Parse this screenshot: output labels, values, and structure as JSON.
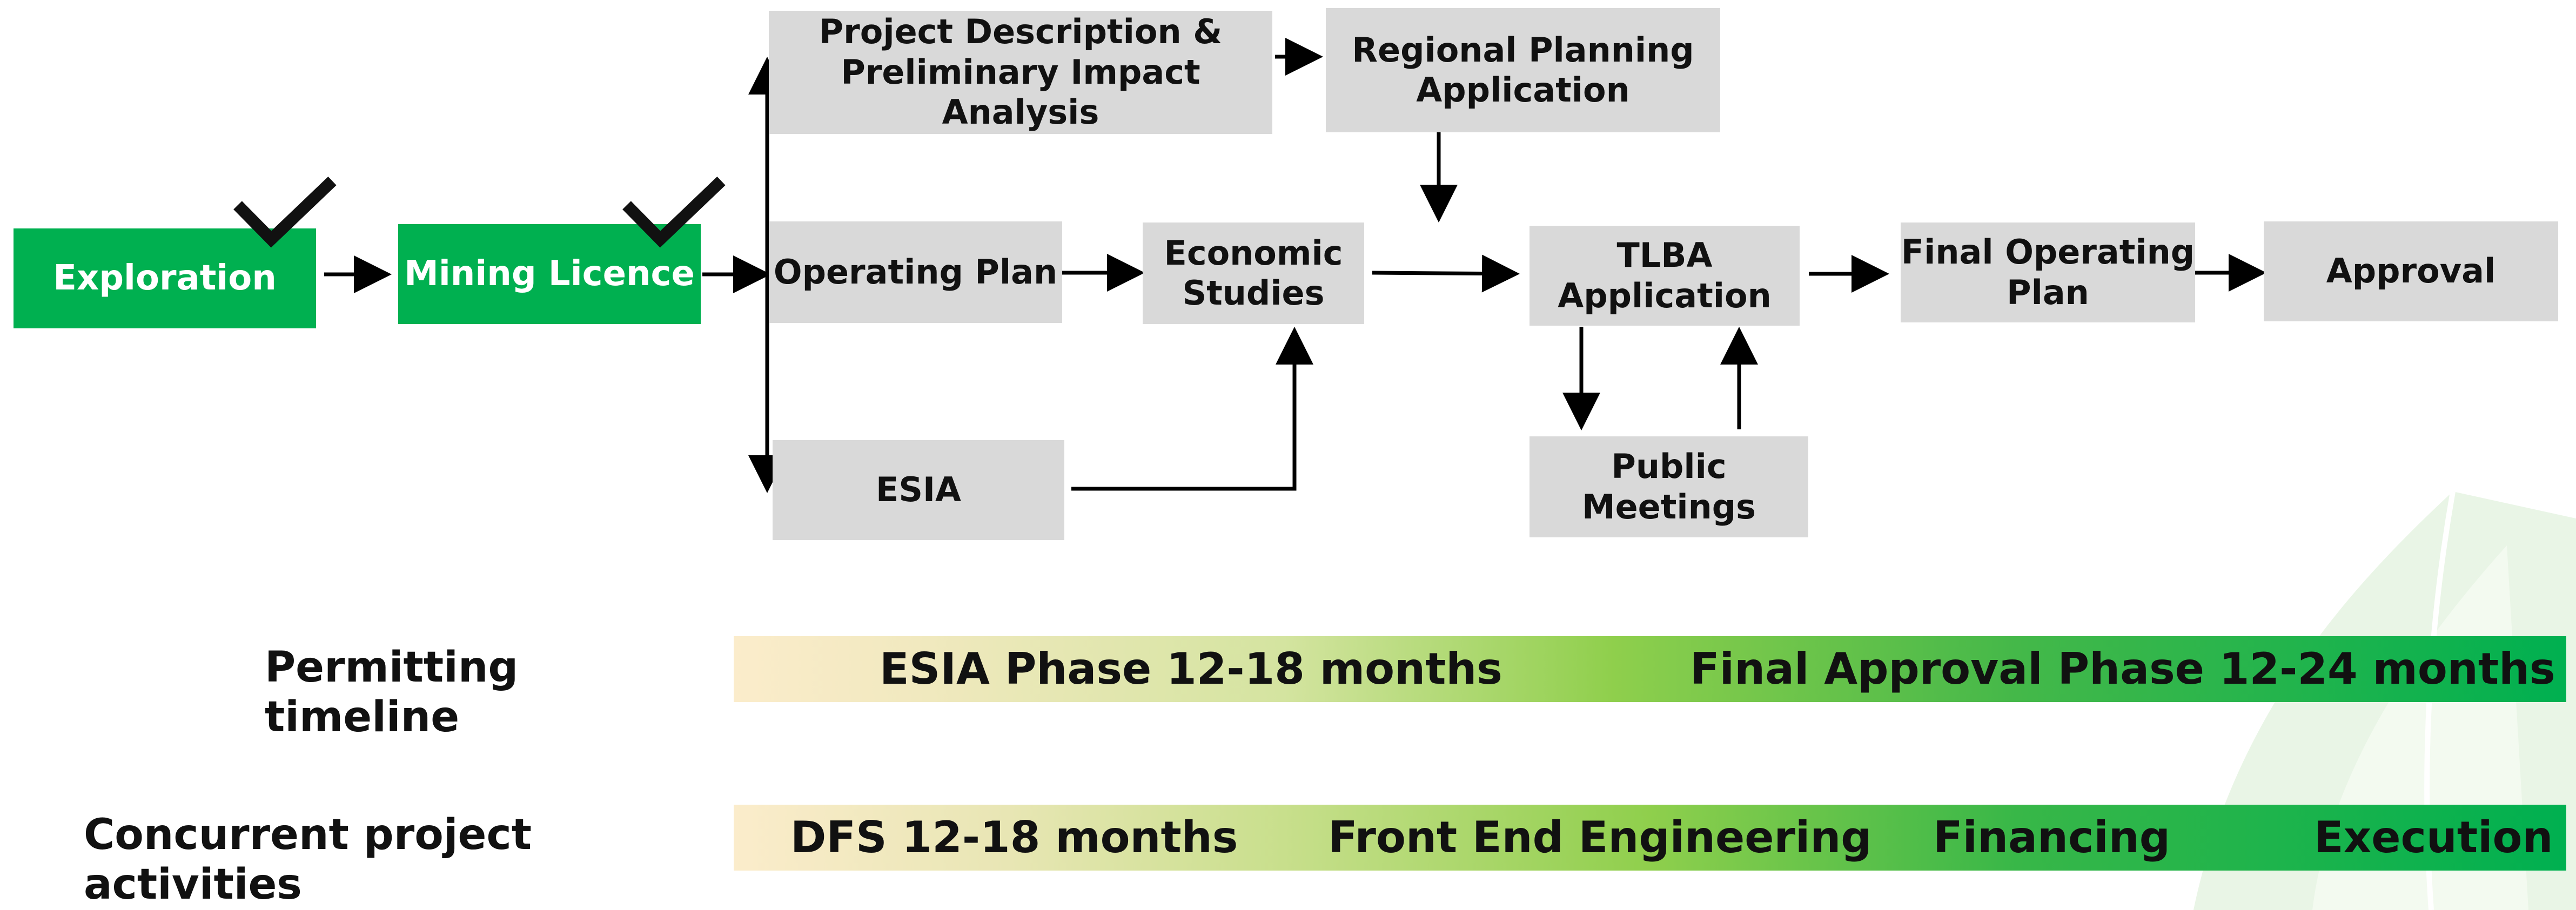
{
  "nodes": {
    "exploration": "Exploration",
    "mining_licence": "Mining Licence",
    "project_description": "Project Description &\nPreliminary Impact Analysis",
    "regional_planning": "Regional Planning\nApplication",
    "operating_plan": "Operating Plan",
    "economic_studies": "Economic\nStudies",
    "tlba_application": "TLBA\nApplication",
    "final_operating_plan": "Final Operating\nPlan",
    "approval": "Approval",
    "esia": "ESIA",
    "public_meetings": "Public\nMeetings"
  },
  "completed_stages": [
    "Exploration",
    "Mining Licence"
  ],
  "timeline": {
    "permitting_label": "Permitting\ntimeline",
    "permitting_phases": [
      "ESIA Phase 12-18 months",
      "Final Approval Phase 12-24 months"
    ],
    "concurrent_label": "Concurrent project\nactivities",
    "concurrent_phases": [
      "DFS 12-18 months",
      "Front End Engineering",
      "Financing",
      "Execution"
    ]
  },
  "colors": {
    "green": "#00b050",
    "box_gray": "#d9d9d9",
    "arrow": "#000000",
    "gradient_start": "#fbeccb",
    "gradient_end": "#00b050"
  }
}
